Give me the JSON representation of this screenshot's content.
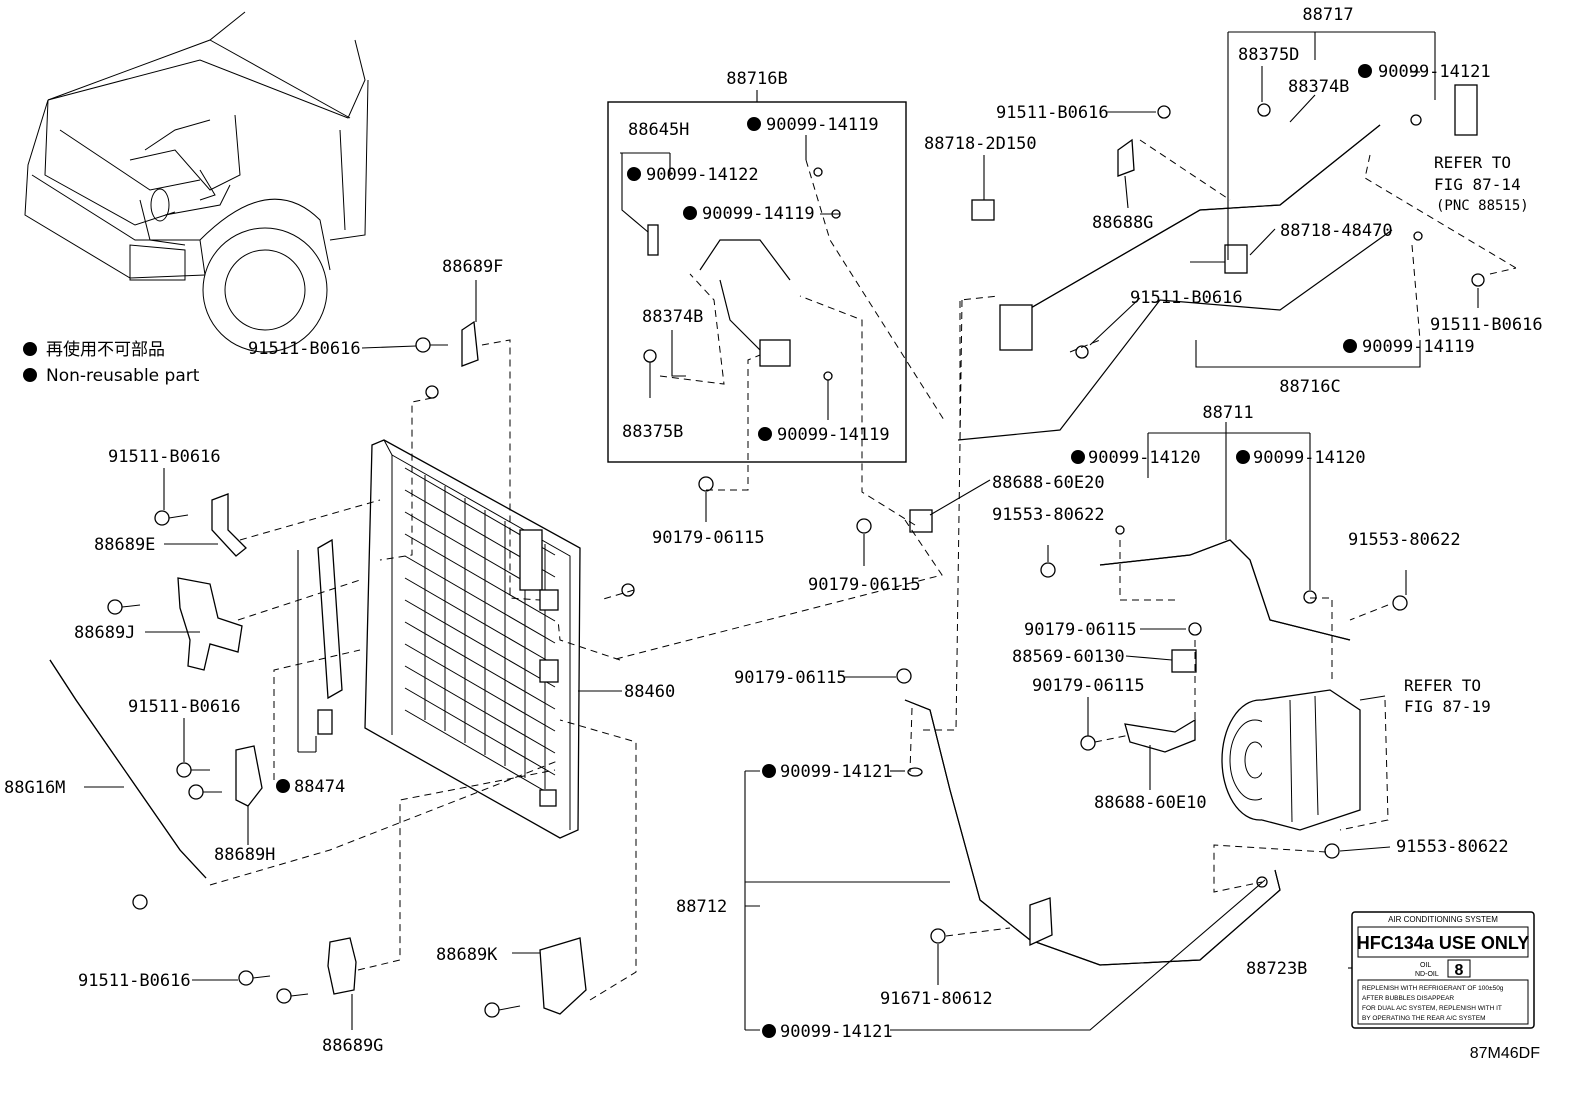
{
  "legend": {
    "ja": "再使用不可部品",
    "en": "Non-reusable part"
  },
  "figure_code": "87M46DF",
  "refer": {
    "fig_87_14": {
      "line1": "REFER TO",
      "line2": "FIG 87-14",
      "pnc": "(PNC 88515)"
    },
    "fig_87_19": {
      "line1": "REFER TO",
      "line2": "FIG 87-19"
    }
  },
  "groups": {
    "g88716B": "88716B",
    "g88717": "88717",
    "g88711": "88711",
    "g88716C": "88716C",
    "g88712": "88712"
  },
  "labels": {
    "l88645H": "88645H",
    "l90099_14119_a": "90099-14119",
    "l90099_14122": "90099-14122",
    "l90099_14119_b": "90099-14119",
    "l88374B_box": "88374B",
    "l88375B": "88375B",
    "l90099_14119_c": "90099-14119",
    "l90179_06115_a": "90179-06115",
    "l90179_06115_b": "90179-06115",
    "l88688_60E20": "88688-60E20",
    "l88718_2D150": "88718-2D150",
    "l91511_B0616_top": "91511-B0616",
    "l88688G": "88688G",
    "l88375D": "88375D",
    "l88374B_top": "88374B",
    "l90099_14121_top": "90099-14121",
    "l88718_48470": "88718-48470",
    "l91511_B0616_mid": "91511-B0616",
    "l91511_B0616_right": "91511-B0616",
    "l90099_14119_right": "90099-14119",
    "l88689F": "88689F",
    "l91511_B0616_f": "91511-B0616",
    "l91511_B0616_e": "91511-B0616",
    "l88689E": "88689E",
    "l88689J": "88689J",
    "l88G16M": "88G16M",
    "l91511_B0616_h": "91511-B0616",
    "l88474": "88474",
    "l88689H": "88689H",
    "l88460": "88460",
    "l91511_B0616_g": "91511-B0616",
    "l88689G": "88689G",
    "l88689K": "88689K",
    "l90099_14120_a": "90099-14120",
    "l90099_14120_b": "90099-14120",
    "l91553_80622_a": "91553-80622",
    "l91553_80622_b": "91553-80622",
    "l90179_06115_c": "90179-06115",
    "l88569_60130": "88569-60130",
    "l90179_06115_d": "90179-06115",
    "l90179_06115_e": "90179-06115",
    "l88688_60E10": "88688-60E10",
    "l90099_14121_m": "90099-14121",
    "l90099_14121_bot": "90099-14121",
    "l91671_80612": "91671-80612",
    "l91553_80622_c": "91553-80622",
    "l88723B": "88723B"
  },
  "sticker": {
    "header": "AIR CONDITIONING SYSTEM",
    "main": "HFC134a USE ONLY",
    "oil_label": "OIL",
    "oil_spec": "ND-OIL",
    "oil_num": "8",
    "line1": "REPLENISH WITH REFRIGERANT OF 100±50g",
    "line2": "AFTER BUBBLES DISAPPEAR",
    "line3": "FOR DUAL A/C SYSTEM, REPLENISH WITH IT",
    "line4": "BY OPERATING THE REAR A/C SYSTEM"
  },
  "colors": {
    "ink": "#000000",
    "paper": "#ffffff"
  }
}
